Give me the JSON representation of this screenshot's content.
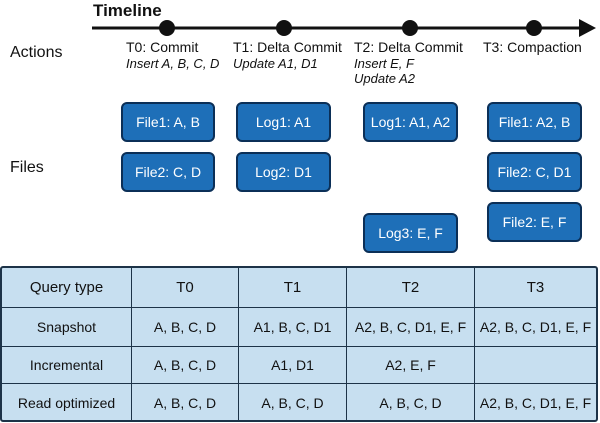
{
  "timeline": {
    "title": "Timeline"
  },
  "row_labels": {
    "actions": "Actions",
    "files": "Files"
  },
  "actions": [
    {
      "name": "T0: Commit",
      "desc": "Insert A, B, C, D"
    },
    {
      "name": "T1: Delta Commit",
      "desc": "Update A1, D1"
    },
    {
      "name": "T2: Delta Commit",
      "desc": "Insert E, F\nUpdate A2"
    },
    {
      "name": "T3: Compaction",
      "desc": ""
    }
  ],
  "files": {
    "t0": [
      "File1: A, B",
      "File2: C, D"
    ],
    "t1": [
      "Log1: A1",
      "Log2: D1"
    ],
    "t2": [
      "Log1: A1, A2",
      "Log3: E, F"
    ],
    "t3": [
      "File1: A2, B",
      "File2: C, D1",
      "File2: E, F"
    ]
  },
  "colors": {
    "box_fill": "#1e6fb8",
    "box_border": "#0b2f57",
    "table_fill": "#c7dff0",
    "line": "#111111"
  },
  "table": {
    "headers": [
      "Query type",
      "T0",
      "T1",
      "T2",
      "T3"
    ],
    "rows": [
      [
        "Snapshot",
        "A, B, C, D",
        "A1, B, C, D1",
        "A2, B, C, D1, E, F",
        "A2, B, C, D1, E, F"
      ],
      [
        "Incremental",
        "A, B, C, D",
        "A1, D1",
        "A2, E, F",
        ""
      ],
      [
        "Read optimized",
        "A, B, C, D",
        "A, B, C, D",
        "A, B, C, D",
        "A2, B, C, D1, E, F"
      ]
    ]
  }
}
